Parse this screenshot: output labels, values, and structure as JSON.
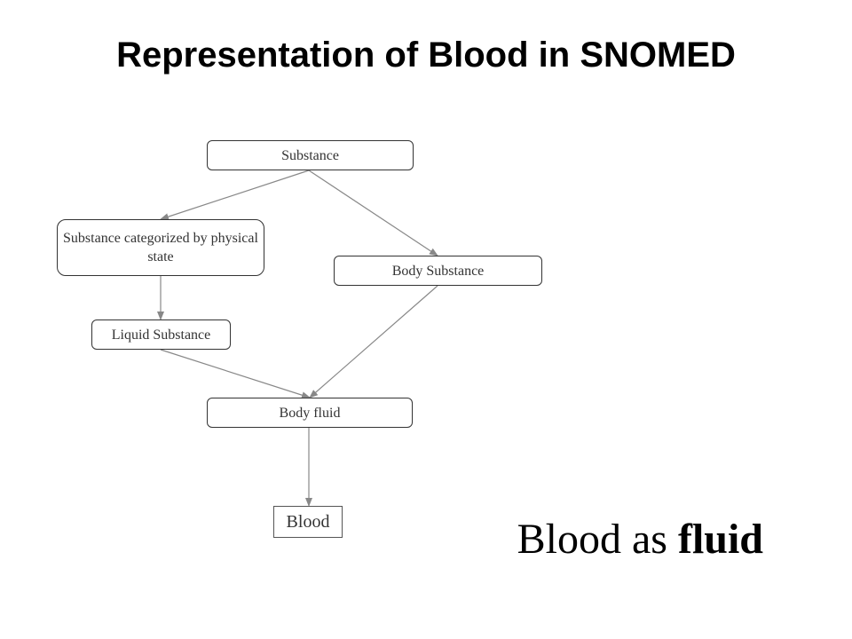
{
  "title": "Representation of Blood in SNOMED",
  "nodes": {
    "substance": "Substance",
    "categorized": "Substance categorized by physical state",
    "body_substance": "Body Substance",
    "liquid_substance": "Liquid Substance",
    "body_fluid": "Body fluid",
    "blood": "Blood"
  },
  "edges": [
    [
      "Substance",
      "Substance categorized by physical state"
    ],
    [
      "Substance",
      "Body Substance"
    ],
    [
      "Substance categorized by physical state",
      "Liquid Substance"
    ],
    [
      "Liquid Substance",
      "Body fluid"
    ],
    [
      "Body Substance",
      "Body fluid"
    ],
    [
      "Body fluid",
      "Blood"
    ]
  ],
  "caption": {
    "prefix": "Blood as",
    "emphasis": "fluid"
  },
  "colors": {
    "arrow": "#888888",
    "node_border": "#333333",
    "text": "#000000"
  }
}
